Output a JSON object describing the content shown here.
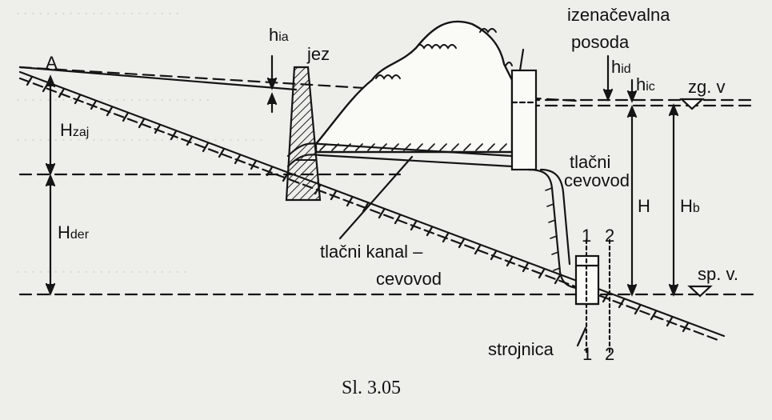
{
  "figure": {
    "caption": "Sl. 3.05",
    "labels": {
      "A": "A",
      "h_ia": "h",
      "h_ia_sub": "ia",
      "jez": "jez",
      "izenacevalna_line1": "izenačevalna",
      "izenacevalna_line2": "posoda",
      "h_id": "h",
      "h_id_sub": "id",
      "h_ic": "h",
      "h_ic_sub": "ic",
      "zg_v": "zg. v",
      "H_zaj": "H",
      "H_zaj_sub": "zaj",
      "H_der": "H",
      "H_der_sub": "der",
      "tlacni_cevovod_line1": "tlačni",
      "tlacni_cevovod_line2": "cevovod",
      "H": "H",
      "H_b": "H",
      "H_b_sub": "b",
      "tlacni_kanal_line1": "tlačni kanal –",
      "tlacni_kanal_line2": "cevovod",
      "sp_v": "sp. v.",
      "strojnica": "strojnica",
      "sec1_top": "1",
      "sec2_top": "2",
      "sec1_bottom": "1",
      "sec2_bottom": "2"
    }
  }
}
